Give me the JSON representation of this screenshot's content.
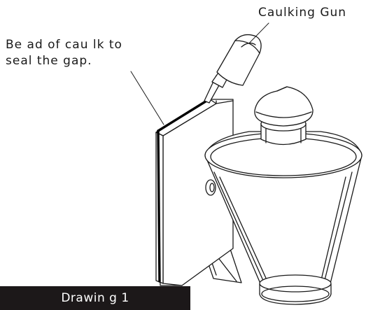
{
  "labels": {
    "caulking_gun": "Caulking  Gun",
    "bead_line1": "Be ad of cau lk to",
    "bead_line2": "seal  the  gap."
  },
  "caption": "Drawin g 1",
  "colors": {
    "ink": "#1a1a1a",
    "caption_bg": "#1c1819",
    "caption_text": "#ffffff",
    "background": "#ffffff"
  }
}
